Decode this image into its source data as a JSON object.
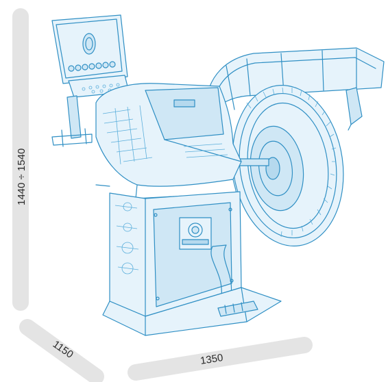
{
  "dimensions": {
    "height_label": "1440 ÷ 1540",
    "depth_label": "1150",
    "width_label": "1350"
  },
  "colors": {
    "dimension_bar": "#e4e4e4",
    "line_art": "#2f8fc4",
    "line_art_fill": "#e6f3fb",
    "text": "#2a2a2a"
  },
  "icons": {
    "machine": "wheel-balancer-drawing",
    "logo": "brand-logo-plate"
  }
}
